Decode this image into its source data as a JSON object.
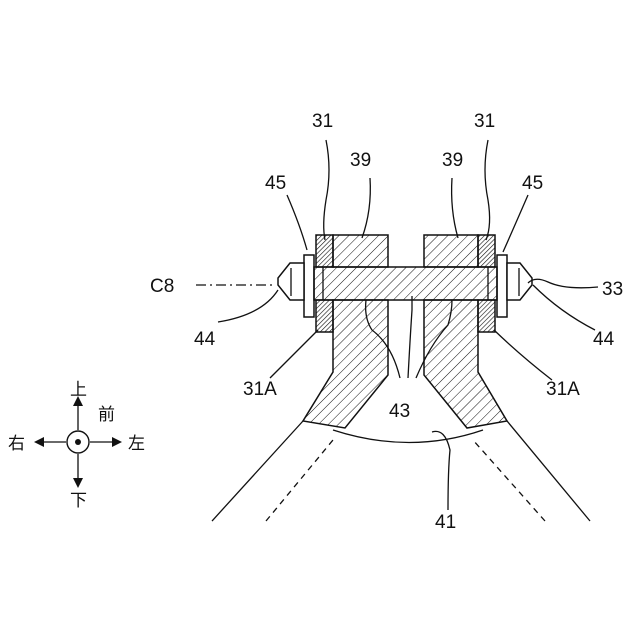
{
  "labels": {
    "ref_31_left": "31",
    "ref_31_right": "31",
    "ref_39_left": "39",
    "ref_39_right": "39",
    "ref_45_left": "45",
    "ref_45_right": "45",
    "ref_c8": "C8",
    "ref_33": "33",
    "ref_44_left": "44",
    "ref_44_right": "44",
    "ref_31a_left": "31A",
    "ref_31a_right": "31A",
    "ref_43": "43",
    "ref_41": "41"
  },
  "direction_indicator": {
    "up": "上",
    "front": "前",
    "right": "右",
    "left": "左",
    "down": "下"
  }
}
